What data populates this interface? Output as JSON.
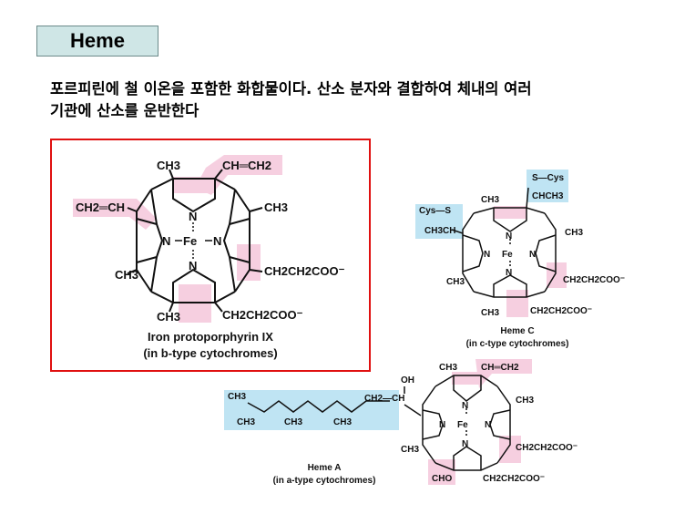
{
  "title": "Heme",
  "description_line1": "포르피린에 철 이온을 포함한 화합물이다. 산소 분자와 결합하여 체내의 여러",
  "description_line2": "기관에 산소를 운반한다",
  "main": {
    "top_left_group": "CH3",
    "top_right_group": "CH═CH2",
    "left_group": "CH2═CH",
    "right_top_group": "CH3",
    "left_bottom_group": "CH3",
    "right_bottom_group": "CH2CH2COO⁻",
    "bottom_left_group": "CH3",
    "bottom_right_group": "CH2CH2COO⁻",
    "n_top": "N",
    "n_left": "N",
    "n_right": "N",
    "n_bottom": "N",
    "fe": "Fe",
    "caption_line1": "Iron protoporphyrin IX",
    "caption_line2": "(in b-type cytochromes)"
  },
  "heme_c": {
    "cys_top": "S—Cys",
    "chch3": "CHCH3",
    "cys_left": "Cys—S",
    "ch3ch": "CH3CH",
    "top_ch3": "CH3",
    "right_top_ch3": "CH3",
    "left_ch3": "CH3",
    "right_group": "CH2CH2COO⁻",
    "bottom_ch3": "CH3",
    "bottom_right_group": "CH2CH2COO⁻",
    "caption_line1": "Heme C",
    "caption_line2": "(in c-type cytochromes)"
  },
  "heme_a": {
    "oh": "OH",
    "ch2ch": "CH2—CH",
    "chain_ch3_1": "CH3",
    "chain_ch3_2": "CH3",
    "chain_ch3_3": "CH3",
    "chain_ch3_4": "CH3",
    "top_ch3": "CH3",
    "top_right_group": "CH═CH2",
    "right_top_ch3": "CH3",
    "left_ch3": "CH3",
    "right_group": "CH2CH2COO⁻",
    "cho": "CHO",
    "bottom_right_group": "CH2CH2COO⁻",
    "caption_line1": "Heme A",
    "caption_line2": "(in a-type cytochromes)"
  }
}
